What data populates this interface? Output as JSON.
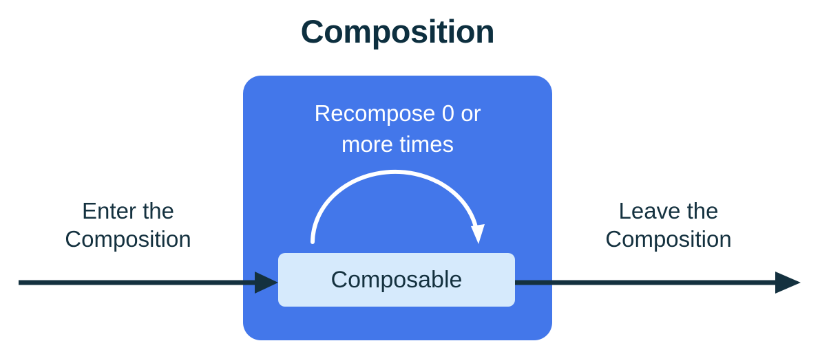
{
  "diagram": {
    "title": "Composition",
    "enter_label": "Enter the\nComposition",
    "leave_label": "Leave the\nComposition",
    "recompose_label": "Recompose 0 or\nmore times",
    "composable_label": "Composable"
  },
  "colors": {
    "box_blue": "#4377ea",
    "box_light_blue": "#d6eafc",
    "navy": "#14313f",
    "white": "#ffffff",
    "background": "#ffffff"
  }
}
